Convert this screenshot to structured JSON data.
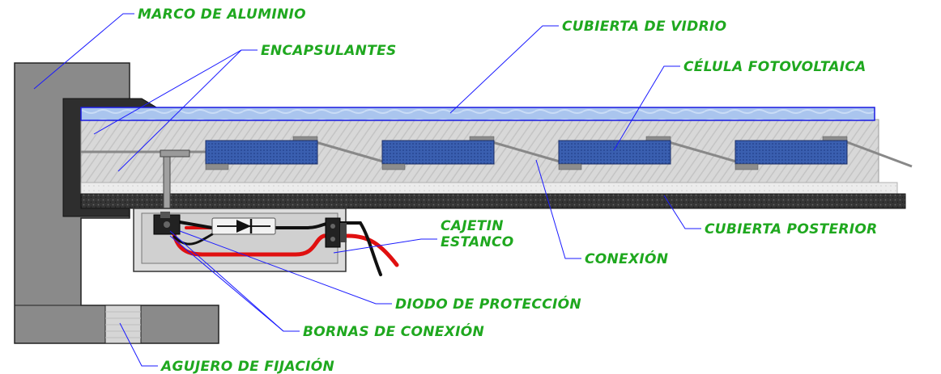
{
  "labels": {
    "marco": "MARCO DE ALUMINIO",
    "encapsulantes": "ENCAPSULANTES",
    "cubierta_vidrio": "CUBIERTA DE VIDRIO",
    "celula": "CÉLULA FOTOVOLTAICA",
    "cajetin_1": "CAJETIN",
    "cajetin_2": "ESTANCO",
    "cubierta_posterior": "CUBIERTA POSTERIOR",
    "conexion": "CONEXIÓN",
    "diodo": "DIODO DE PROTECCIÓN",
    "bornas": "BORNAS DE CONEXIÓN",
    "agujero": "AGUJERO DE FIJACIÓN"
  },
  "colors": {
    "label_text": "#1fa81f",
    "leader_line": "#1a1aff",
    "aluminum": "#8a8a8a",
    "gasket": "#2e2e2e",
    "glass": "#a9c4ec",
    "encapsulant": "#d9d9d9",
    "cell": "#3a5fb0",
    "backsheet": "#3a3a3a",
    "wire_red": "#e01010",
    "wire_black": "#111111"
  }
}
